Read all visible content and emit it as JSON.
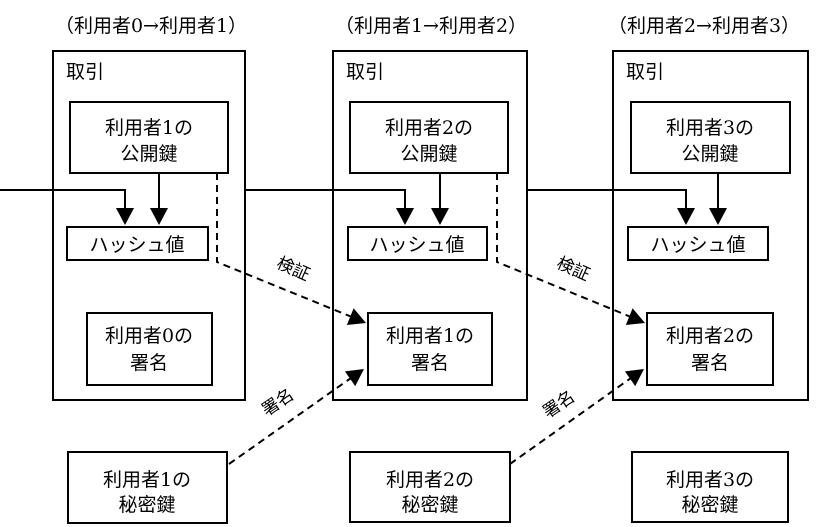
{
  "page": {
    "background": "#ffffff",
    "line_color": "#000000",
    "text_color": "#000000"
  },
  "headers": [
    {
      "label": "（利用者0→利用者1）"
    },
    {
      "label": "（利用者1→利用者2）"
    },
    {
      "label": "（利用者2→利用者3）"
    }
  ],
  "transactions": [
    {
      "title": "取引",
      "public_key": {
        "line1": "利用者1の",
        "line2": "公開鍵"
      },
      "hash": "ハッシュ値",
      "signature": {
        "line1": "利用者0の",
        "line2": "署名"
      }
    },
    {
      "title": "取引",
      "public_key": {
        "line1": "利用者2の",
        "line2": "公開鍵"
      },
      "hash": "ハッシュ値",
      "signature": {
        "line1": "利用者1の",
        "line2": "署名"
      }
    },
    {
      "title": "取引",
      "public_key": {
        "line1": "利用者3の",
        "line2": "公開鍵"
      },
      "hash": "ハッシュ値",
      "signature": {
        "line1": "利用者2の",
        "line2": "署名"
      }
    }
  ],
  "private_keys": [
    {
      "line1": "利用者1の",
      "line2": "秘密鍵"
    },
    {
      "line1": "利用者2の",
      "line2": "秘密鍵"
    },
    {
      "line1": "利用者3の",
      "line2": "秘密鍵"
    }
  ],
  "edge_labels": {
    "verify": "検証",
    "sign": "署名"
  }
}
